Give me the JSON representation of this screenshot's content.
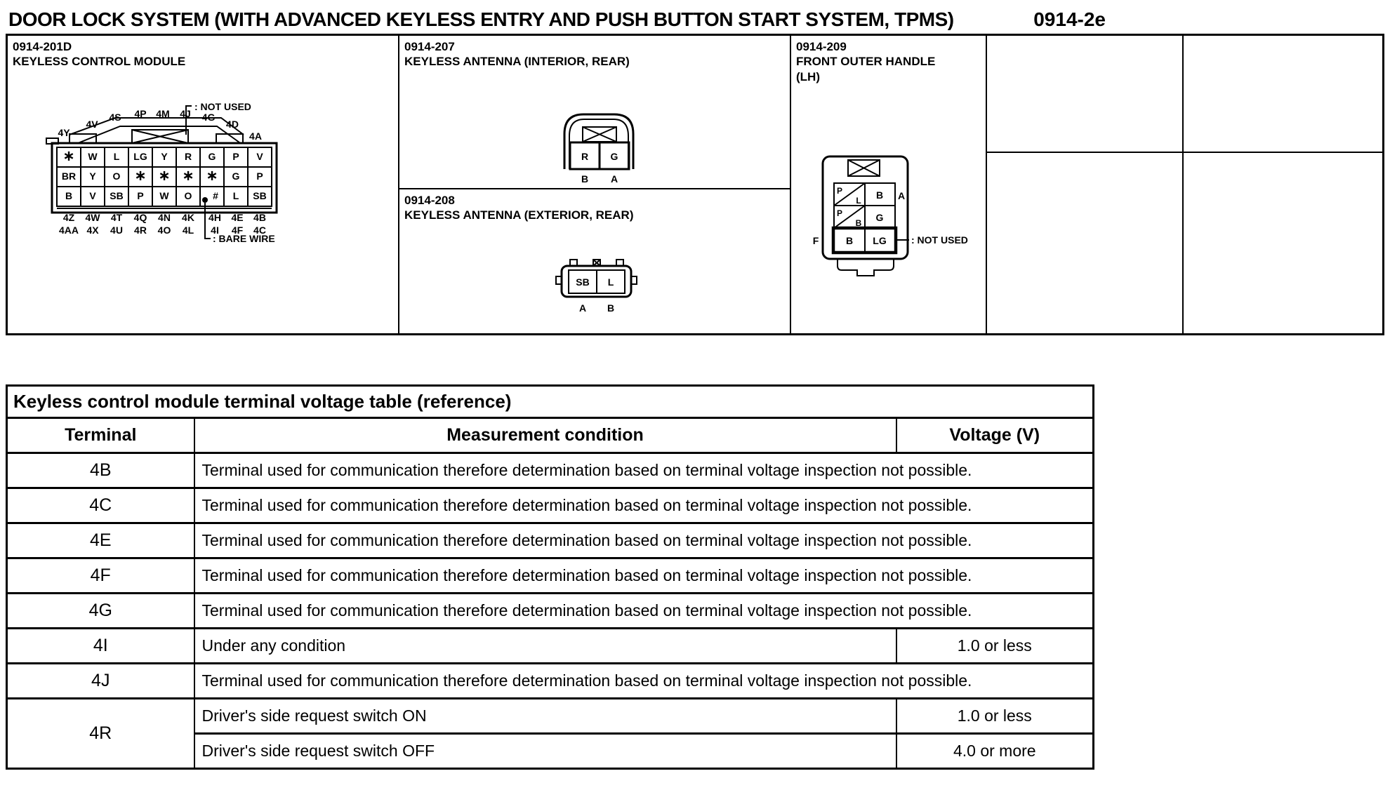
{
  "page": {
    "title": "DOOR LOCK SYSTEM (WITH ADVANCED KEYLESS ENTRY AND PUSH BUTTON START SYSTEM, TPMS)",
    "page_code": "0914-2e"
  },
  "connectors": {
    "module": {
      "code": "0914-201D",
      "name": "KEYLESS CONTROL MODULE",
      "not_used_label": ": NOT USED",
      "bare_wire_label": ": BARE WIRE",
      "top_labels": [
        "4Y",
        "4V",
        "4S",
        "4P",
        "4M",
        "4J",
        "4G",
        "4D",
        "4A"
      ],
      "pin_rows": [
        [
          "∗",
          "W",
          "L",
          "LG",
          "Y",
          "R",
          "G",
          "P",
          "V"
        ],
        [
          "BR",
          "Y",
          "O",
          "∗",
          "∗",
          "∗",
          "∗",
          "G",
          "P"
        ],
        [
          "B",
          "V",
          "SB",
          "P",
          "W",
          "O",
          "#",
          "L",
          "SB"
        ]
      ],
      "bottom_labels_row1": [
        "4Z",
        "4W",
        "4T",
        "4Q",
        "4N",
        "4K",
        "4H",
        "4E",
        "4B"
      ],
      "bottom_labels_row2": [
        "4AA",
        "4X",
        "4U",
        "4R",
        "4O",
        "4L",
        "4I",
        "4F",
        "4C"
      ]
    },
    "antenna_interior": {
      "code": "0914-207",
      "name": "KEYLESS ANTENNA (INTERIOR, REAR)",
      "pins": [
        "R",
        "G"
      ],
      "pin_labels": [
        "B",
        "A"
      ]
    },
    "antenna_exterior": {
      "code": "0914-208",
      "name": "KEYLESS ANTENNA (EXTERIOR, REAR)",
      "pins": [
        "SB",
        "L"
      ],
      "pin_labels": [
        "A",
        "B"
      ]
    },
    "front_outer_handle": {
      "code": "0914-209",
      "name_line1": "FRONT OUTER HANDLE",
      "name_line2": "(LH)",
      "not_used_label": ": NOT USED",
      "side_label_a": "A",
      "side_label_f": "F",
      "pin_rows": [
        {
          "left_top": "P",
          "left_bottom": "L",
          "right": "B"
        },
        {
          "left_top": "P",
          "left_bottom": "B",
          "right": "G"
        },
        {
          "left": "B",
          "right": "LG"
        }
      ]
    }
  },
  "voltage_table": {
    "title": "Keyless control module terminal voltage table (reference)",
    "headers": [
      "Terminal",
      "Measurement condition",
      "Voltage (V)"
    ],
    "rows": [
      {
        "terminal": "4B",
        "condition": "Terminal used for communication therefore determination based on terminal voltage inspection not possible.",
        "voltage": ""
      },
      {
        "terminal": "4C",
        "condition": "Terminal used for communication therefore determination based on terminal voltage inspection not possible.",
        "voltage": ""
      },
      {
        "terminal": "4E",
        "condition": "Terminal used for communication therefore determination based on terminal voltage inspection not possible.",
        "voltage": ""
      },
      {
        "terminal": "4F",
        "condition": "Terminal used for communication therefore determination based on terminal voltage inspection not possible.",
        "voltage": ""
      },
      {
        "terminal": "4G",
        "condition": "Terminal used for communication therefore determination based on terminal voltage inspection not possible.",
        "voltage": ""
      },
      {
        "terminal": "4I",
        "condition": "Under any condition",
        "voltage": "1.0 or less"
      },
      {
        "terminal": "4J",
        "condition": "Terminal used for communication therefore determination based on terminal voltage inspection not possible.",
        "voltage": ""
      },
      {
        "terminal": "4R",
        "condition": "Driver's side request switch ON",
        "voltage": "1.0 or less"
      },
      {
        "terminal": "",
        "condition": "Driver's side request switch OFF",
        "voltage": "4.0 or more"
      }
    ]
  }
}
